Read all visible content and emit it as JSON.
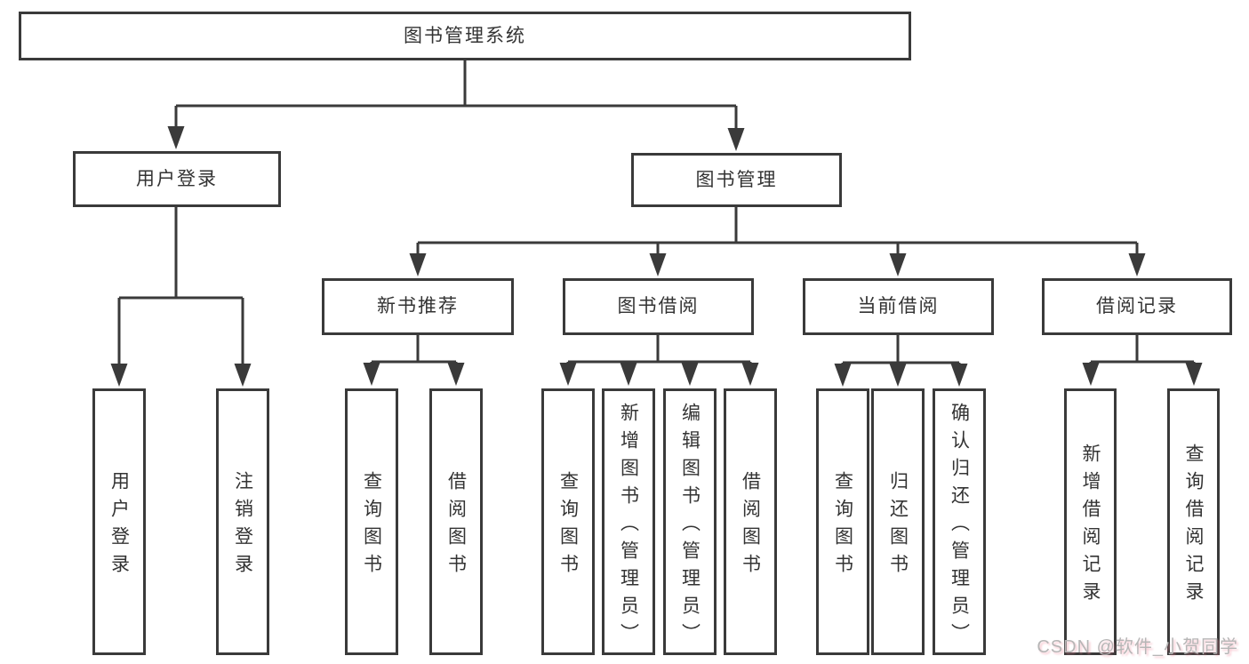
{
  "diagram": {
    "tree": {
      "label": "图书管理系统",
      "children": [
        {
          "label": "用户登录",
          "children": [
            {
              "label": "用户登录"
            },
            {
              "label": "注销登录"
            }
          ]
        },
        {
          "label": "图书管理",
          "children": [
            {
              "label": "新书推荐",
              "children": [
                {
                  "label": "查询图书"
                },
                {
                  "label": "借阅图书"
                }
              ]
            },
            {
              "label": "图书借阅",
              "children": [
                {
                  "label": "查询图书"
                },
                {
                  "label": "新增图书（管理员）"
                },
                {
                  "label": "编辑图书（管理员）"
                },
                {
                  "label": "借阅图书"
                }
              ]
            },
            {
              "label": "当前借阅",
              "children": [
                {
                  "label": "查询图书"
                },
                {
                  "label": "归还图书"
                },
                {
                  "label": "确认归还（管理员）"
                }
              ]
            },
            {
              "label": "借阅记录",
              "children": [
                {
                  "label": "新增借阅记录"
                },
                {
                  "label": "查询借阅记录"
                }
              ]
            }
          ]
        }
      ]
    }
  },
  "watermark": {
    "text": "CSDN @软件_小贺同学"
  },
  "colors": {
    "line": "#3a3a3a",
    "text": "#333333",
    "background": "#ffffff",
    "watermark": "#b6b6b6"
  }
}
